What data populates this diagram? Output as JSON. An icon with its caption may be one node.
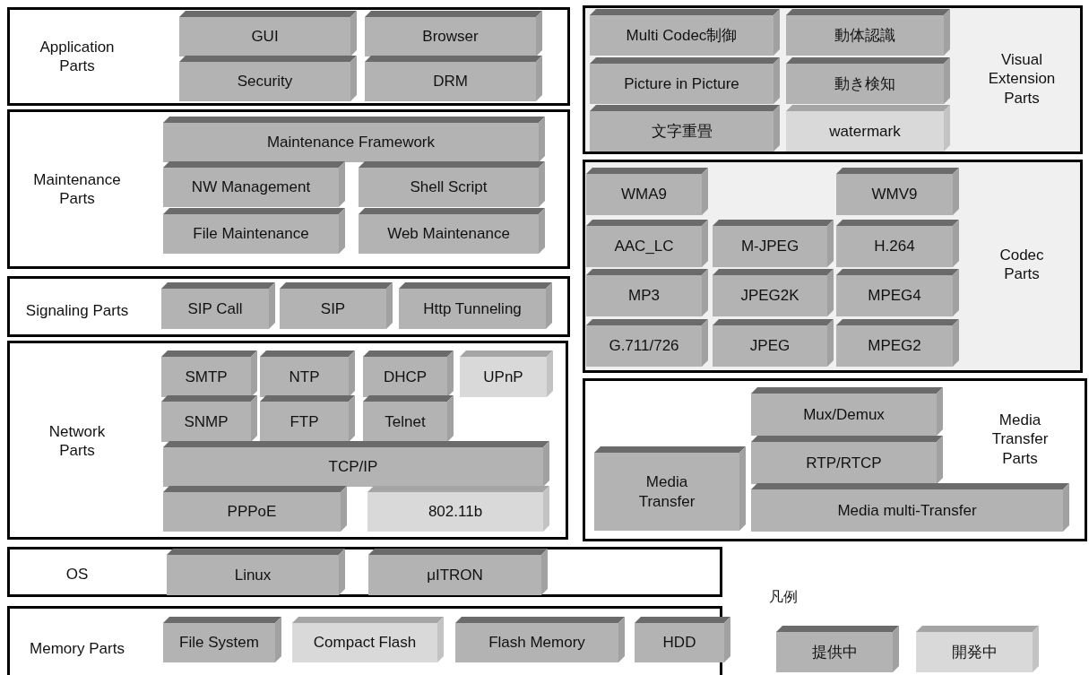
{
  "diagram": {
    "nodes": [
      {
        "text": [
          "Application Parts"
        ]
      },
      {
        "text": [
          "GUI"
        ],
        "in": 0
      },
      {
        "text": [
          "Browser"
        ],
        "in": 0
      },
      {
        "text": [
          "Security"
        ],
        "in": 0
      },
      {
        "text": [
          "DRM"
        ],
        "in": 0
      },
      {
        "text": [
          "Visual Extension Parts"
        ]
      },
      {
        "text": [
          "Multi Codec制御"
        ],
        "in": 5
      },
      {
        "text": [
          "動体認識"
        ],
        "in": 5
      },
      {
        "text": [
          "Picture in Picture"
        ],
        "in": 5
      },
      {
        "text": [
          "動き検知"
        ],
        "in": 5
      },
      {
        "text": [
          "文字重畳"
        ],
        "in": 5
      },
      {
        "text": [
          "watermark"
        ],
        "in": 5
      },
      {
        "text": [
          "Maintenance Parts"
        ]
      },
      {
        "text": [
          "Maintenance Framework"
        ],
        "in": 12
      },
      {
        "text": [
          "NW Management"
        ],
        "in": 12
      },
      {
        "text": [
          "Shell Script"
        ],
        "in": 12
      },
      {
        "text": [
          "File Maintenance"
        ],
        "in": 12
      },
      {
        "text": [
          "Web Maintenance"
        ],
        "in": 12
      },
      {
        "text": [
          "Codec Parts"
        ]
      },
      {
        "text": [
          "WMA9"
        ],
        "in": 18
      },
      {
        "text": [
          "WMV9"
        ],
        "in": 18
      },
      {
        "text": [
          "AAC_LC"
        ],
        "in": 18
      },
      {
        "text": [
          "M-JPEG"
        ],
        "in": 18
      },
      {
        "text": [
          "H.264"
        ],
        "in": 18
      },
      {
        "text": [
          "MP3"
        ],
        "in": 18
      },
      {
        "text": [
          "JPEG2K"
        ],
        "in": 18
      },
      {
        "text": [
          "MPEG4"
        ],
        "in": 18
      },
      {
        "text": [
          "G.711/726"
        ],
        "in": 18
      },
      {
        "text": [
          "JPEG"
        ],
        "in": 18
      },
      {
        "text": [
          "MPEG2"
        ],
        "in": 18
      },
      {
        "text": [
          "Signaling Parts"
        ]
      },
      {
        "text": [
          "SIP Call"
        ],
        "in": 30
      },
      {
        "text": [
          "SIP"
        ],
        "in": 30
      },
      {
        "text": [
          "Http Tunneling"
        ],
        "in": 30
      },
      {
        "text": [
          "Network Parts"
        ]
      },
      {
        "text": [
          "SMTP"
        ],
        "in": 34
      },
      {
        "text": [
          "NTP"
        ],
        "in": 34
      },
      {
        "text": [
          "DHCP"
        ],
        "in": 34
      },
      {
        "text": [
          "UPnP"
        ],
        "in": 34
      },
      {
        "text": [
          "SNMP"
        ],
        "in": 34
      },
      {
        "text": [
          "FTP"
        ],
        "in": 34
      },
      {
        "text": [
          "Telnet"
        ],
        "in": 34
      },
      {
        "text": [
          "TCP/IP"
        ],
        "in": 34
      },
      {
        "text": [
          "PPPoE"
        ],
        "in": 34
      },
      {
        "text": [
          "802.11b"
        ],
        "in": 34
      },
      {
        "text": [
          "Media Transfer Parts"
        ]
      },
      {
        "text": [
          "Mux/Demux"
        ],
        "in": 45
      },
      {
        "text": [
          "Media Transfer"
        ],
        "in": 45
      },
      {
        "text": [
          "RTP/RTCP"
        ],
        "in": 45
      },
      {
        "text": [
          "Media multi-Transfer"
        ],
        "in": 45
      },
      {
        "text": [
          "OS"
        ]
      },
      {
        "text": [
          "Linux"
        ],
        "in": 50
      },
      {
        "text": [
          "μITRON"
        ],
        "in": 50
      },
      {
        "text": [
          "Memory Parts"
        ]
      },
      {
        "text": [
          "File System"
        ],
        "in": 53
      },
      {
        "text": [
          "Compact Flash"
        ],
        "in": 53
      },
      {
        "text": [
          "Flash Memory"
        ],
        "in": 53
      },
      {
        "text": [
          "HDD"
        ],
        "in": 53
      }
    ],
    "labels": [
      "凡例"
    ],
    "legend": [
      {
        "text": "提供中",
        "color": "#b3b3b3"
      },
      {
        "text": "開発中",
        "color": "#d9d9d9"
      }
    ]
  }
}
